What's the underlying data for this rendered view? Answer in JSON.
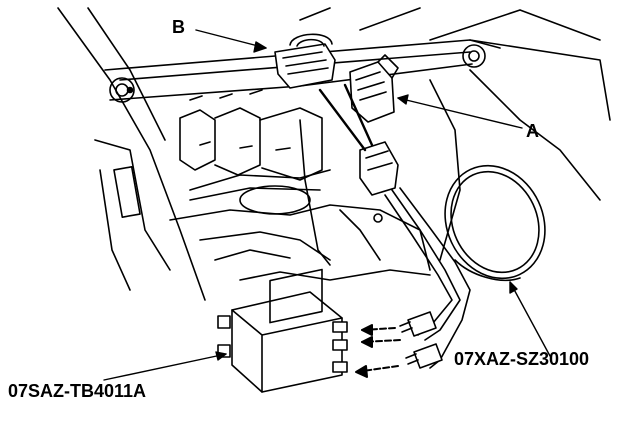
{
  "callouts": {
    "b": "B",
    "a": "A"
  },
  "part_numbers": {
    "test_box": "07SAZ-TB4011A",
    "harness": "07XAZ-SZ30100"
  },
  "colors": {
    "ink": "#000000",
    "paper": "#ffffff"
  }
}
